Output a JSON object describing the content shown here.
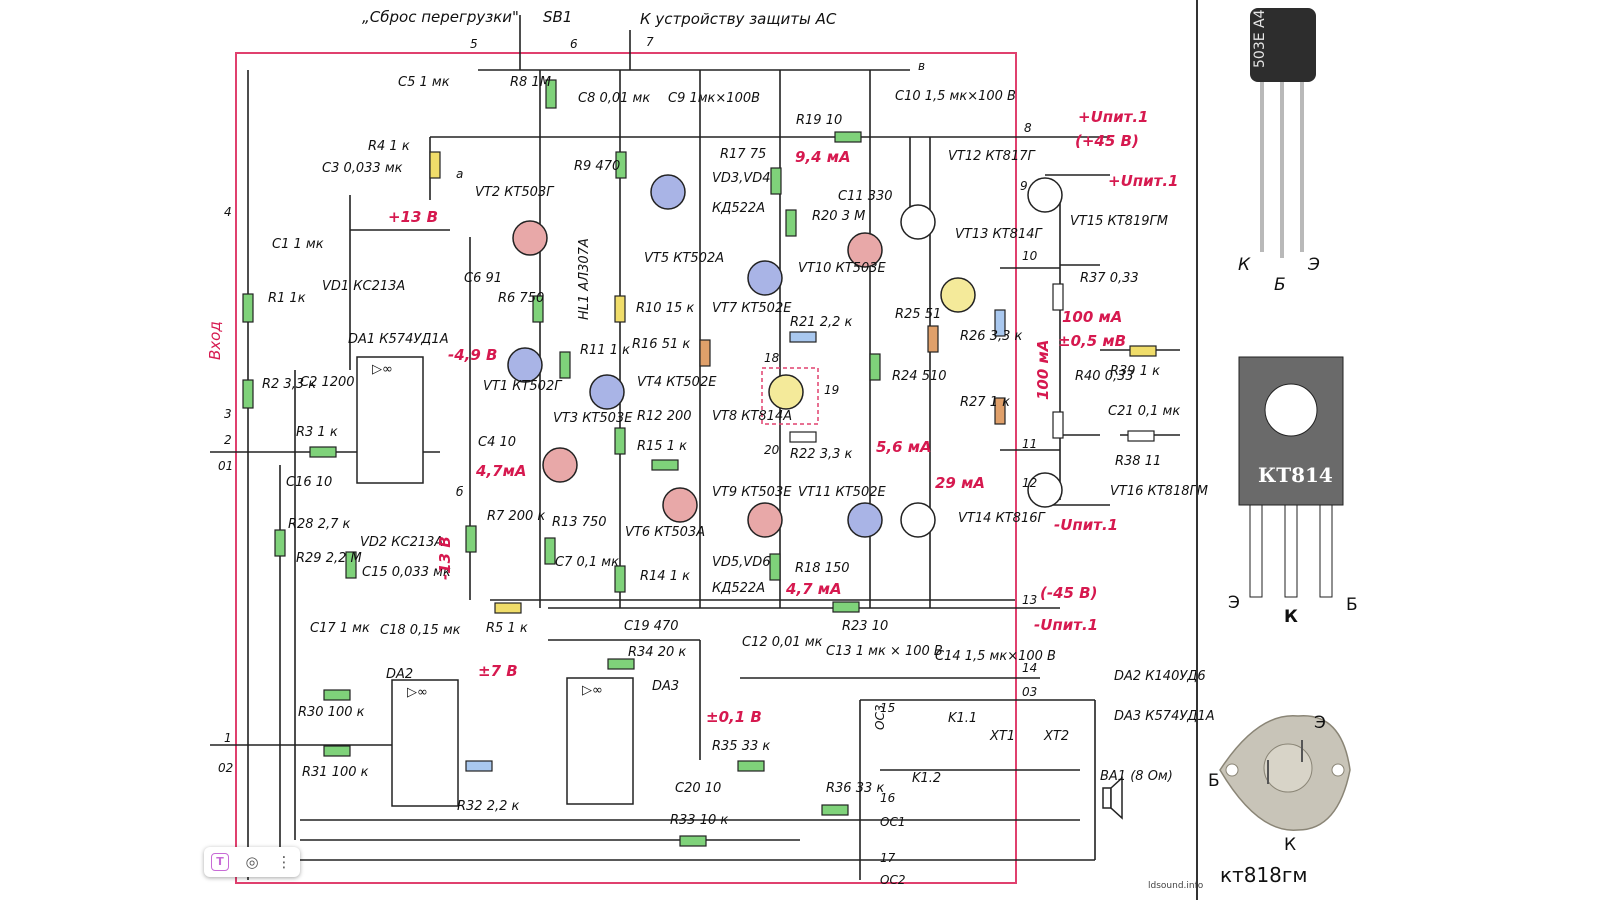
{
  "schematic": {
    "header_reset": "„Сброс перегрузки\"",
    "header_sb1": "SB1",
    "header_protect": "К устройству защиты АС",
    "input_label": "Вход",
    "components": {
      "c5": "C5 1 мк",
      "r8": "R8 1M",
      "c8": "C8 0,01 мк",
      "c9": "C9 1мк×100В",
      "r19": "R19 10",
      "c10": "C10 1,5 мк×100 В",
      "r4": "R4 1 к",
      "c3": "C3 0,033 мк",
      "vt2": "VT2 КТ503Г",
      "r9": "R9 470",
      "r17": "R17 75",
      "vd3": "VD3,VD4",
      "kd522a_1": "КД522А",
      "c11": "C11 330",
      "r20": "R20 3 M",
      "vt12": "VT12 КТ817Г",
      "vt15": "VT15 КТ819ГМ",
      "c1": "C1 1 мк",
      "r1": "R1 1к",
      "vd1": "VD1 КС213А",
      "da1": "DA1 К574УД1А",
      "c6": "C6 91",
      "r6": "R6 750",
      "vt5": "VT5 КТ502А",
      "hl1": "HL1 АЛ307А",
      "r10": "R10 15 к",
      "vt10": "VT10 КТ503Е",
      "vt13": "VT13 КТ814Г",
      "r37": "R37 0,33",
      "r2": "R2 3,3 к",
      "c2": "C2 1200",
      "r3": "R3 1 к",
      "vt1": "VT1 КТ502Г",
      "c4": "C4 10",
      "r11": "R11 1 к",
      "vt4": "VT4 КТ502Е",
      "r16": "R16 51 к",
      "vt7": "VT7 КТ502Е",
      "r21": "R21 2,2 к",
      "r25": "R25 51",
      "r24": "R24 510",
      "r26": "R26 3,3 к",
      "r27": "R27 1 к",
      "r40": "R40 0,33",
      "r39": "R39 1 к",
      "c21": "C21 0,1 мк",
      "r38": "R38 11",
      "vt3": "VT3 КТ503Е",
      "r12": "R12 200",
      "vt8": "VT8 КТ814А",
      "r15": "R15 1 к",
      "r22": "R22 3,3 к",
      "vt16": "VT16 КТ818ГМ",
      "c16": "C16 10",
      "r28": "R28 2,7 к",
      "r29": "R29 2,2 M",
      "vd2": "VD2 КС213А",
      "c15": "C15 0,033 мк",
      "r7": "R7 200 к",
      "r13": "R13 750",
      "vt6": "VT6 КТ503А",
      "vt9": "VT9 КТ503Е",
      "vd5": "VD5,VD6",
      "kd522a_2": "КД522А",
      "vt11": "VT11 КТ502Е",
      "vt14": "VT14 КТ816Г",
      "c7": "C7 0,1 мк",
      "r14": "R14 1 к",
      "r18": "R18 150",
      "r23": "R23 10",
      "c17": "C17 1 мк",
      "c18": "C18 0,15 мк",
      "r5": "R5 1 к",
      "c19": "C19 470",
      "r34": "R34 20 к",
      "c12": "C12 0,01 мк",
      "c13": "C13 1 мк × 100 В",
      "c14": "C14 1,5 мк×100 В",
      "da2": "DA2",
      "da3": "DA3",
      "r30": "R30 100 к",
      "r31": "R31 100 к",
      "r32": "R32 2,2 к",
      "r35": "R35 33 к",
      "r36": "R36 33 к",
      "c20": "C20 10",
      "r33": "R33 10 к",
      "k11": "K1.1",
      "k12": "K1.2",
      "xt1": "XT1",
      "xt2": "XT2",
      "ba1": "BA1 (8 Ом)",
      "da2_note": "DA2 К140УД6",
      "da3_note": "DA3 К574УД1А"
    },
    "red_labels": {
      "v13p": "+13 В",
      "v49m": "-4,9 В",
      "ma47": "4,7мА",
      "ma94": "9,4 мА",
      "ma100": "100 мА",
      "mv05": "±0,5 мВ",
      "ma56": "5,6 мА",
      "ma29": "29 мА",
      "v13m": "-13 В",
      "v7p": "±7 В",
      "v01": "±0,1 В",
      "ma47b": "4,7 мА",
      "vplus45": "(+45 В)",
      "vminus45": "(-45 В)",
      "uplus1": "+Uпит.1",
      "uplus1b": "+Uпит.1",
      "uminus1": "-Uпит.1",
      "uminus1b": "-Uпит.1",
      "ma100v": "100 мА"
    },
    "nodes": {
      "n8": "8",
      "n9": "9",
      "n10": "10",
      "n11": "11",
      "n12": "12",
      "n13": "13",
      "n14": "14",
      "n15": "15",
      "n16": "16",
      "n17": "17",
      "n18": "18",
      "n19": "19",
      "n20": "20",
      "n1": "1",
      "n2": "2",
      "n3": "3",
      "n4": "4",
      "n5": "5",
      "n6": "6",
      "n7": "7",
      "o1": "01",
      "o2": "02",
      "o3": "03",
      "oc1": "OC1",
      "oc2": "OC2",
      "oc3": "OC3",
      "a": "а",
      "b": "б",
      "v": "в"
    },
    "watermark": "ldsound.info"
  },
  "packages": {
    "to92_marking": "503E A4",
    "to92_pins": [
      "К",
      "Б",
      "Э"
    ],
    "to126_name": "КТ814",
    "to126_pins": [
      "Э",
      "К",
      "Б"
    ],
    "to3_pins": [
      "Э",
      "Б",
      "К"
    ],
    "to3_caption": "кт818гм"
  },
  "toolbar": {
    "text_tool": "T",
    "lens_icon": "lens-icon",
    "more_icon": "more-icon"
  }
}
